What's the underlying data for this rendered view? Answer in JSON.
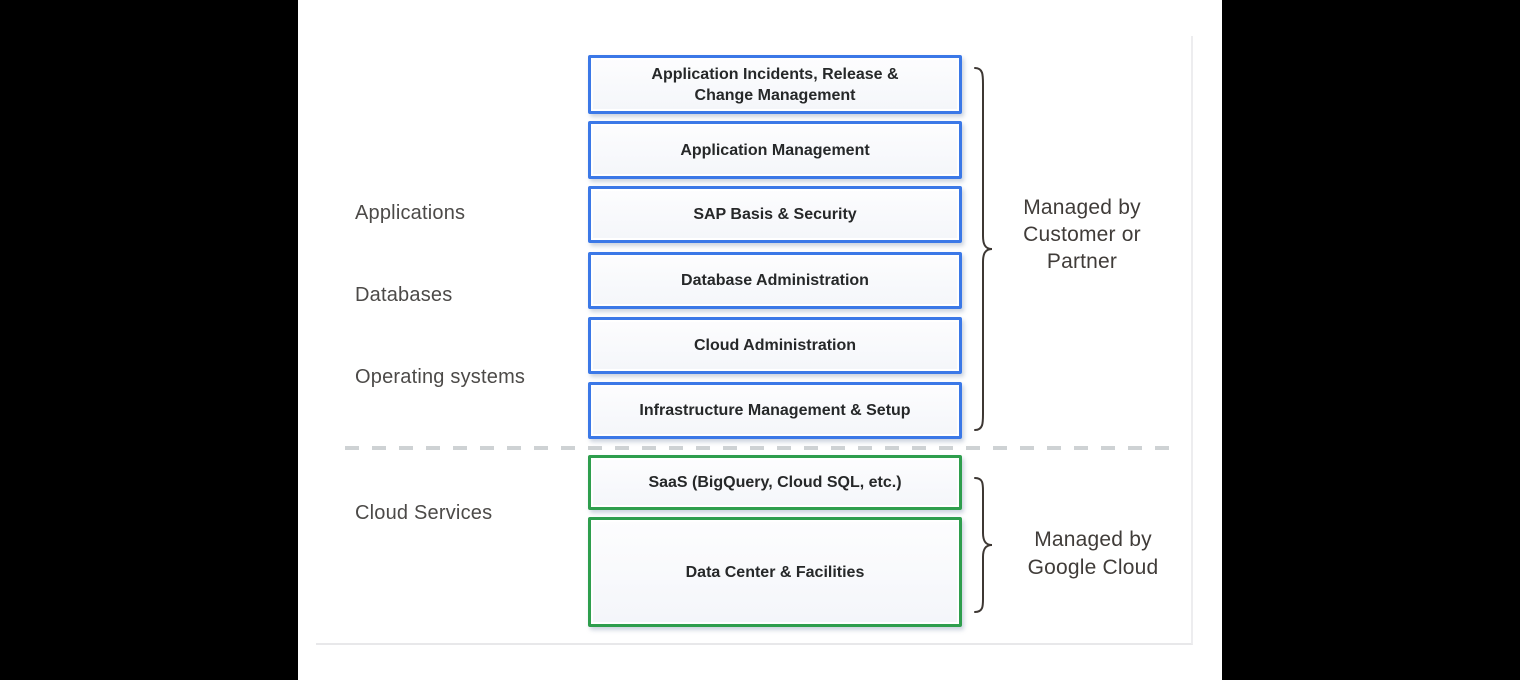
{
  "slide": {
    "left_labels": [
      "Applications",
      "Databases",
      "Operating systems",
      "Cloud Services"
    ],
    "customer_boxes": [
      "Application Incidents, Release &\nChange Management",
      "Application Management",
      "SAP Basis & Security",
      "Database Administration",
      "Cloud Administration",
      "Infrastructure Management & Setup"
    ],
    "google_boxes": [
      "SaaS (BigQuery, Cloud SQL, etc.)",
      "Data Center & Facilities"
    ],
    "annotations": {
      "customer": "Managed by\nCustomer or\nPartner",
      "google": "Managed by\nGoogle Cloud"
    },
    "colors": {
      "customer_accent": "#3b78e7",
      "google_accent": "#2e9e4d",
      "box_text": "#262829",
      "label_text": "#4c4a48",
      "brace": "#3d3733",
      "dashed_line": "#c6cacd",
      "letterbox": "#000000",
      "slide_background": "#ffffff"
    }
  }
}
